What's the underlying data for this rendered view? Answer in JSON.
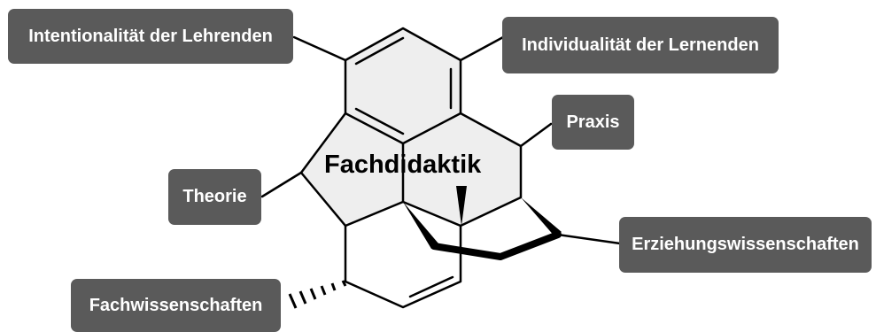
{
  "center": {
    "title": "Fachdidaktik"
  },
  "labels": {
    "intentionalitaet": "Intentionalität der Lehrenden",
    "individualitaet": "Individualität der Lernenden",
    "praxis": "Praxis",
    "theorie": "Theorie",
    "erziehung": "Erziehungswissenschaften",
    "fachwissenschaften": "Fachwissenschaften"
  },
  "colors": {
    "label_fill": "#5a5a5a",
    "label_text": "#ffffff",
    "ring_fill": "#eeeeee",
    "bond": "#000000"
  }
}
